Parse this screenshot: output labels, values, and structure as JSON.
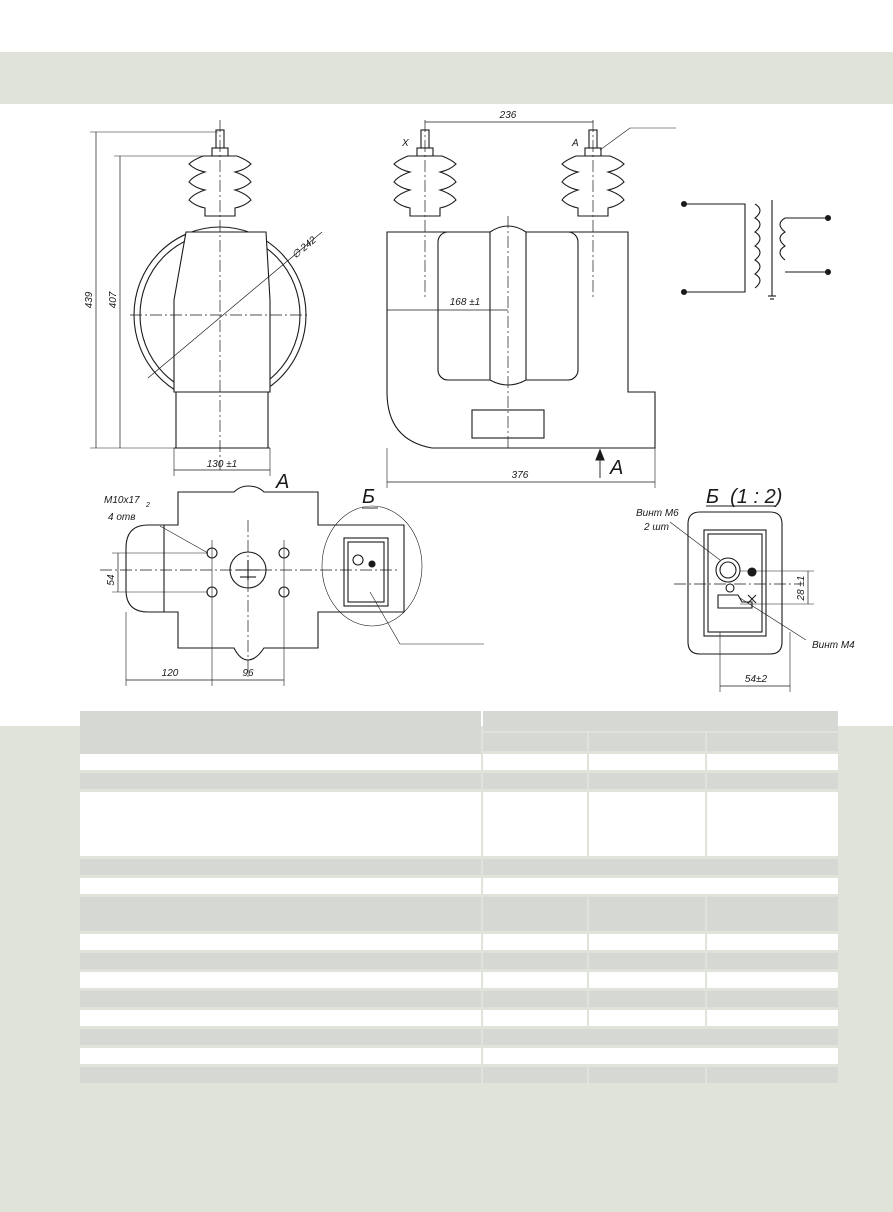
{
  "drawing": {
    "side_view": {
      "overall_height": "439",
      "body_height": "407",
      "diameter": "∅ 242",
      "base_width": "130 ±1"
    },
    "front_view": {
      "terminal_spacing": "236",
      "terminal_x_label": "X",
      "terminal_a_label": "A",
      "core_width": "168 ±1",
      "overall_width": "376",
      "view_marker": "A"
    },
    "plan_view": {
      "view_marker": "A",
      "detail_marker": "Б",
      "hole_spec": "M10x17",
      "hole_spec_suffix": "2",
      "hole_count": "4 отв",
      "height_dim": "54",
      "left_dim": "120",
      "spacing_dim": "96"
    },
    "detail_view": {
      "title": "Б  (1 : 2)",
      "screw_m6": "Винт M6",
      "screw_m6_count": "2 шт",
      "screw_m4": "Винт M4",
      "height_dim": "28 ±1",
      "width_dim": "54±2"
    }
  },
  "table": {
    "rows": [
      {
        "type": "header1",
        "shade": true
      },
      {
        "type": "header2",
        "shade": true
      },
      {
        "type": "normal",
        "shade": false
      },
      {
        "type": "normal",
        "shade": true
      },
      {
        "type": "tall",
        "shade": false
      },
      {
        "type": "span",
        "shade": true
      },
      {
        "type": "span",
        "shade": false
      },
      {
        "type": "medium",
        "shade": true
      },
      {
        "type": "normal",
        "shade": false
      },
      {
        "type": "normal",
        "shade": true
      },
      {
        "type": "normal",
        "shade": false
      },
      {
        "type": "normal",
        "shade": true
      },
      {
        "type": "normal",
        "shade": false
      },
      {
        "type": "span",
        "shade": true
      },
      {
        "type": "span",
        "shade": false
      },
      {
        "type": "normal",
        "shade": true
      }
    ]
  }
}
